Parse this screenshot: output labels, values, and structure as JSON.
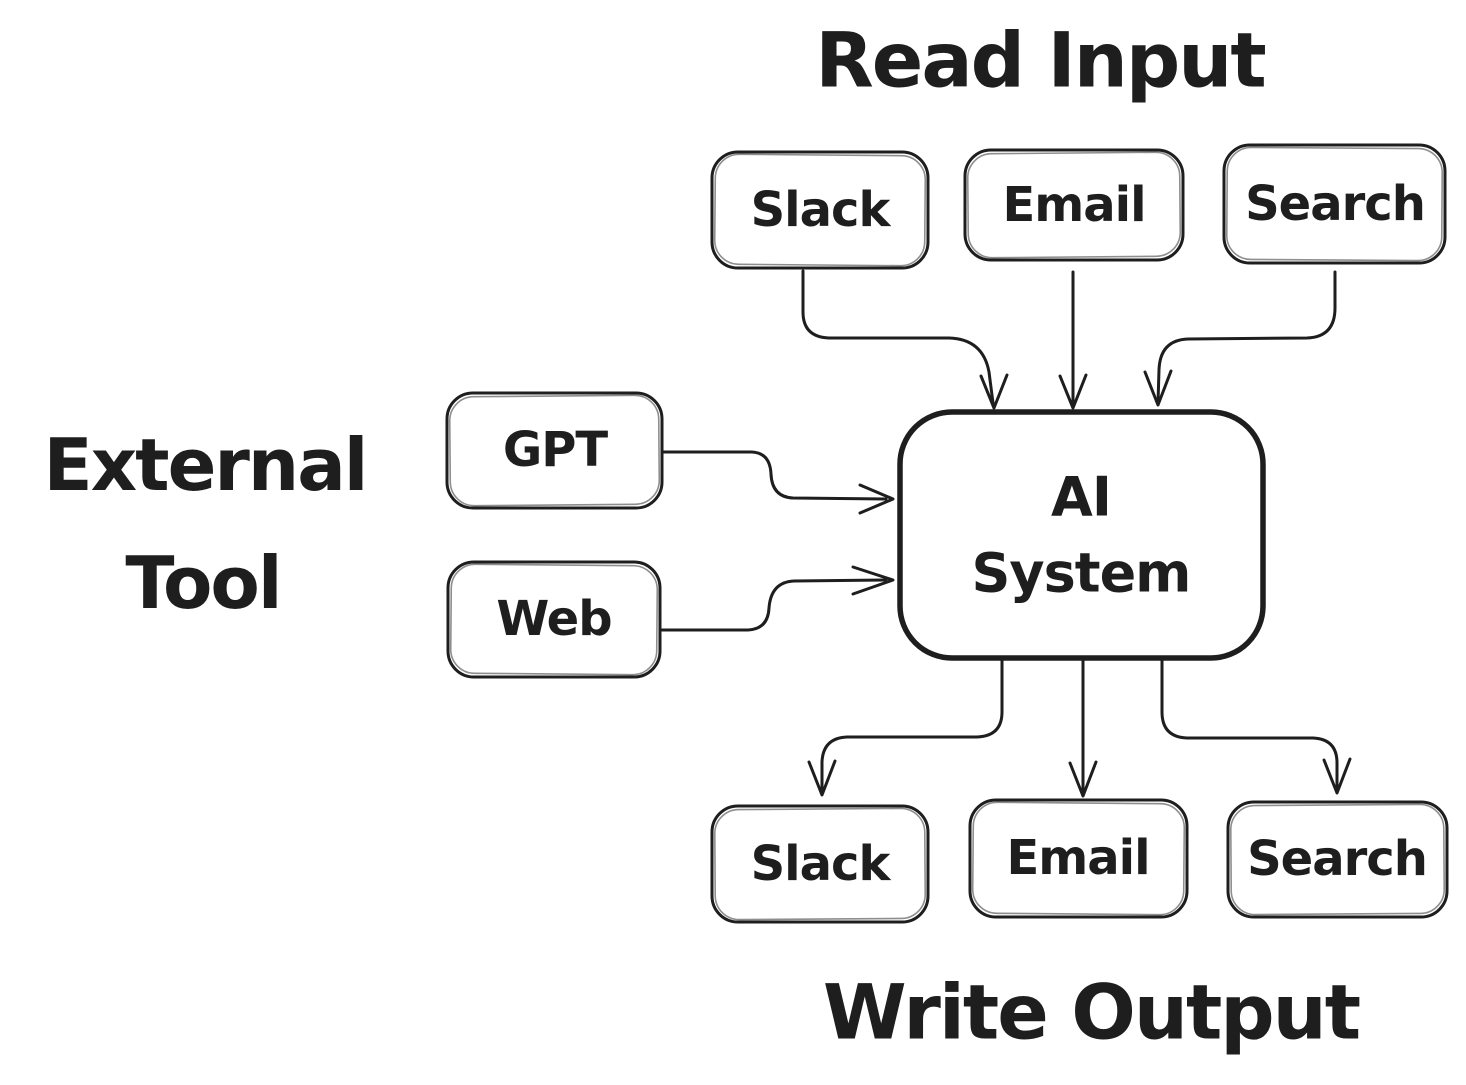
{
  "canvas": {
    "background": "#ffffff",
    "stroke_color": "#1e1e1e"
  },
  "titles": {
    "top": "Read Input",
    "bottom": "Write Output"
  },
  "external_label": {
    "line1": "External",
    "line2": "Tool"
  },
  "nodes": {
    "inputs": [
      {
        "label": "Slack"
      },
      {
        "label": "Email"
      },
      {
        "label": "Search"
      }
    ],
    "externals": [
      {
        "label": "GPT"
      },
      {
        "label": "Web"
      }
    ],
    "center": {
      "line1": "AI",
      "line2": "System"
    },
    "outputs": [
      {
        "label": "Slack"
      },
      {
        "label": "Email"
      },
      {
        "label": "Search"
      }
    ]
  }
}
